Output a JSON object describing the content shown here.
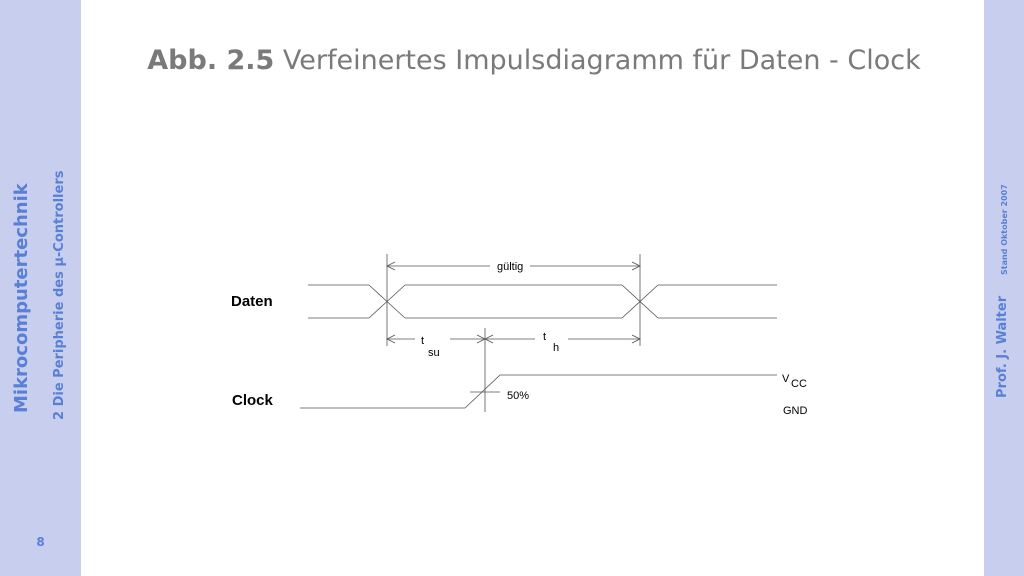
{
  "sidebar": {
    "course": "Mikrocomputertechnik",
    "chapter": "2 Die Peripherie des µ-Controllers",
    "page_number": "8"
  },
  "right_sidebar": {
    "author": "Prof. J. Walter",
    "stand": "Stand Oktober 2007"
  },
  "title": {
    "figure": "Abb. 2.5",
    "text": "Verfeinertes Impulsdiagramm für Daten - Clock"
  },
  "diagram": {
    "signal_daten": "Daten",
    "signal_clock": "Clock",
    "valid_label": "gültig",
    "tsu_t": "t",
    "tsu_sub": "su",
    "th_t": "t",
    "th_sub": "h",
    "threshold": "50%",
    "vcc_v": "V",
    "vcc_sub": "CC",
    "gnd": "GND"
  },
  "colors": {
    "sidebar_bg": "#c8cfee",
    "sidebar_text": "#5a7fd6",
    "title_text": "#7a7a7a",
    "line": "#444444"
  }
}
